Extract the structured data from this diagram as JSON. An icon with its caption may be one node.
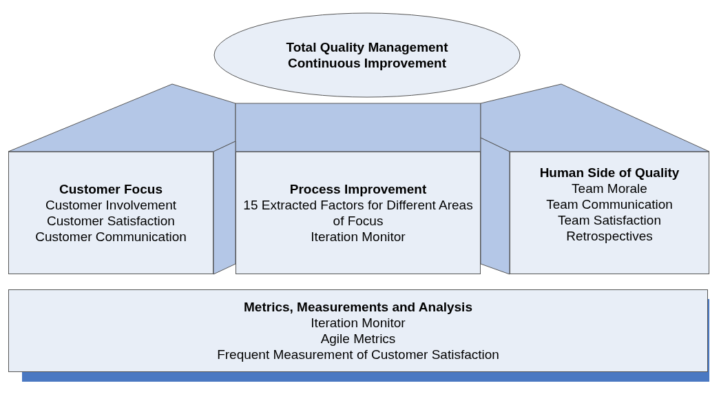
{
  "diagram": {
    "nodes": [
      {
        "text": [
          "Total Quality Management Continuous Improvement"
        ]
      },
      {
        "text": [
          "Customer Focus",
          "Customer Involvement",
          "Customer Satisfaction",
          "Customer Communication"
        ]
      },
      {
        "text": [
          "Process Improvement",
          "15 Extracted Factors for Different Areas of Focus",
          "Iteration Monitor"
        ]
      },
      {
        "text": [
          "Human Side of Quality",
          "Team Morale",
          "Team Communication",
          "Team Satisfaction",
          "Retrospectives"
        ]
      },
      {
        "text": [
          "Metrics, Measurements and Analysis",
          "Iteration Monitor",
          "Agile Metrics",
          "Frequent Measurement of Customer Satisfaction"
        ]
      }
    ]
  }
}
